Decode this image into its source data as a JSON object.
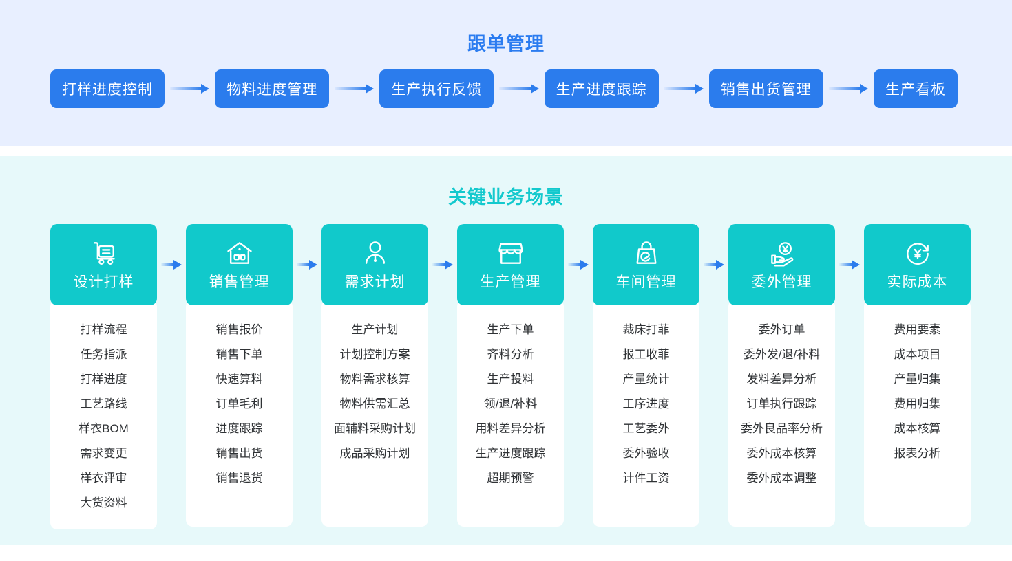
{
  "top_section": {
    "title": "跟单管理",
    "background_color": "#e8efff",
    "accent_color": "#2b7ced",
    "steps": [
      {
        "label": "打样进度控制"
      },
      {
        "label": "物料进度管理"
      },
      {
        "label": "生产执行反馈"
      },
      {
        "label": "生产进度跟踪"
      },
      {
        "label": "销售出货管理"
      },
      {
        "label": "生产看板"
      }
    ]
  },
  "bottom_section": {
    "title": "关键业务场景",
    "background_color": "#e7f9fa",
    "accent_color": "#11c9cb",
    "arrow_color": "#2b7ced",
    "cards": [
      {
        "title": "设计打样",
        "icon": "trolley-cart-icon",
        "items": [
          "打样流程",
          "任务指派",
          "打样进度",
          "工艺路线",
          "样衣BOM",
          "需求变更",
          "样衣评审",
          "大货资料"
        ]
      },
      {
        "title": "销售管理",
        "icon": "house-shop-icon",
        "items": [
          "销售报价",
          "销售下单",
          "快速算料",
          "订单毛利",
          "进度跟踪",
          "销售出货",
          "销售退货"
        ]
      },
      {
        "title": "需求计划",
        "icon": "person-icon",
        "items": [
          "生产计划",
          "计划控制方案",
          "物料需求核算",
          "物料供需汇总",
          "面辅料采购计划",
          "成品采购计划"
        ]
      },
      {
        "title": "生产管理",
        "icon": "storefront-icon",
        "items": [
          "生产下单",
          "齐料分析",
          "生产投料",
          "领/退/补料",
          "用料差异分析",
          "生产进度跟踪",
          "超期预警"
        ]
      },
      {
        "title": "车间管理",
        "icon": "bag-e-icon",
        "items": [
          "裁床打菲",
          "报工收菲",
          "产量统计",
          "工序进度",
          "工艺委外",
          "委外验收",
          "计件工资"
        ]
      },
      {
        "title": "委外管理",
        "icon": "hand-yuan-coin-icon",
        "items": [
          "委外订单",
          "委外发/退/补料",
          "发料差异分析",
          "订单执行跟踪",
          "委外良品率分析",
          "委外成本核算",
          "委外成本调整"
        ]
      },
      {
        "title": "实际成本",
        "icon": "yuan-refresh-icon",
        "items": [
          "费用要素",
          "成本项目",
          "产量归集",
          "费用归集",
          "成本核算",
          "报表分析"
        ]
      }
    ]
  }
}
